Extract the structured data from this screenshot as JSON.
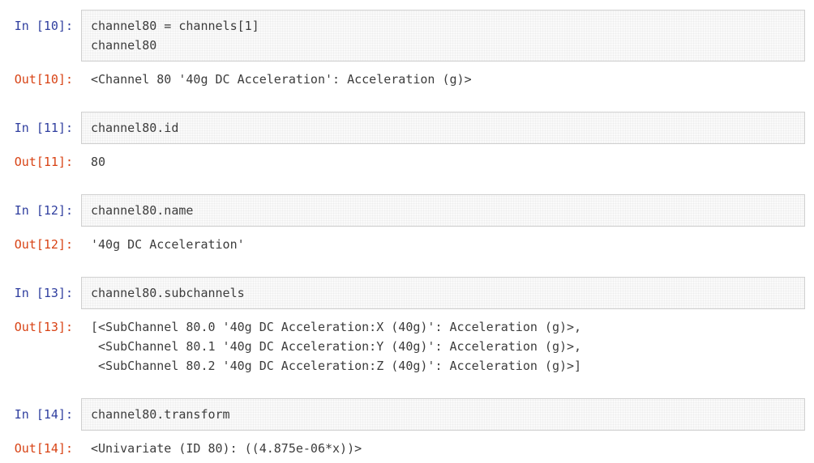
{
  "notebook": {
    "colors": {
      "in_prompt": "#303F9F",
      "out_prompt": "#D84315",
      "code_text": "#3c3c3c",
      "box_bg": "#fafafa",
      "box_border": "#cfcfcf"
    },
    "cells": [
      {
        "in_prompt": "In [10]:",
        "code_lines": [
          "channel80 = channels[1]",
          "channel80"
        ],
        "out_prompt": "Out[10]:",
        "out_lines": [
          "<Channel 80 '40g DC Acceleration': Acceleration (g)>"
        ]
      },
      {
        "in_prompt": "In [11]:",
        "code_lines": [
          "channel80.id"
        ],
        "out_prompt": "Out[11]:",
        "out_lines": [
          "80"
        ]
      },
      {
        "in_prompt": "In [12]:",
        "code_lines": [
          "channel80.name"
        ],
        "out_prompt": "Out[12]:",
        "out_lines": [
          "'40g DC Acceleration'"
        ]
      },
      {
        "in_prompt": "In [13]:",
        "code_lines": [
          "channel80.subchannels"
        ],
        "out_prompt": "Out[13]:",
        "out_lines": [
          "[<SubChannel 80.0 '40g DC Acceleration:X (40g)': Acceleration (g)>,",
          " <SubChannel 80.1 '40g DC Acceleration:Y (40g)': Acceleration (g)>,",
          " <SubChannel 80.2 '40g DC Acceleration:Z (40g)': Acceleration (g)>]"
        ]
      },
      {
        "in_prompt": "In [14]:",
        "code_lines": [
          "channel80.transform"
        ],
        "out_prompt": "Out[14]:",
        "out_lines": [
          "<Univariate (ID 80): ((4.875e-06*x))>"
        ]
      }
    ]
  }
}
